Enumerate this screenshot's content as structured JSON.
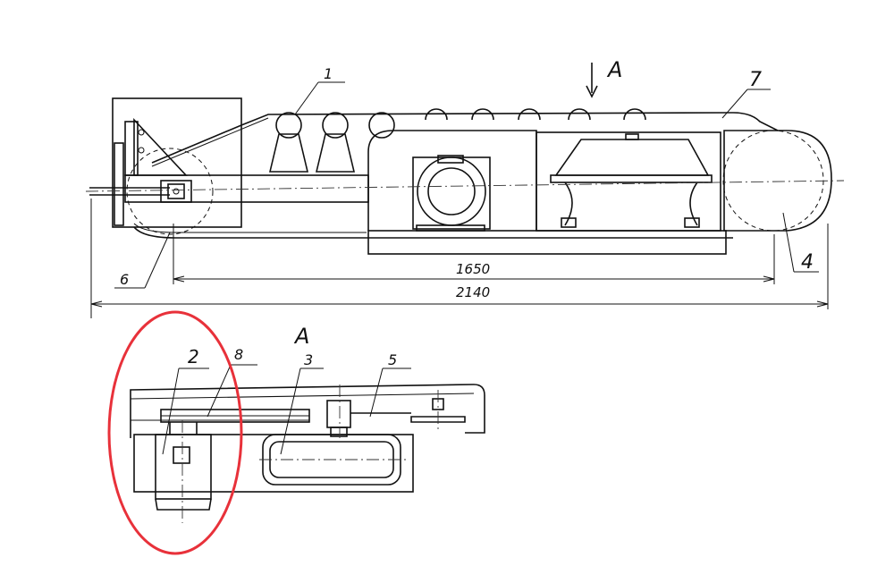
{
  "view_label": "A",
  "section_label": "A",
  "dimensions": {
    "inner": "1650",
    "overall": "2140"
  },
  "callouts": {
    "c1": "1",
    "c2": "2",
    "c3": "3",
    "c4": "4",
    "c5": "5",
    "c6": "6",
    "c7": "7",
    "c8": "8"
  },
  "highlight_color": "#e8313a"
}
